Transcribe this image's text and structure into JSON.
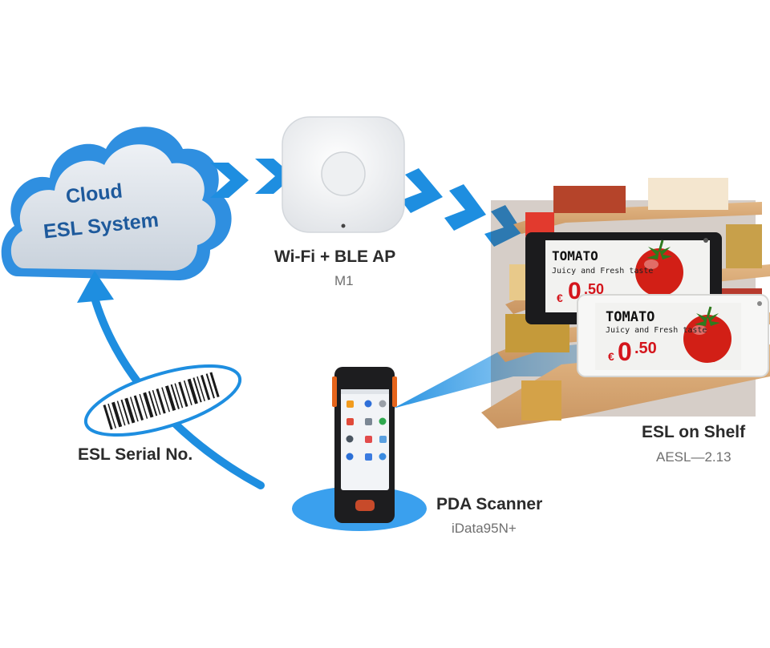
{
  "cloud": {
    "line1": "Cloud",
    "line2": "ESL System"
  },
  "access_point": {
    "name": "Wi-Fi + BLE AP",
    "model": "M1"
  },
  "shelf": {
    "name": "ESL on Shelf",
    "model": "AESL—2.13"
  },
  "scanner": {
    "name": "PDA Scanner",
    "model": "iData95N+"
  },
  "serial": {
    "label": "ESL Serial No."
  },
  "price_tag_large": {
    "product": "TOMATO",
    "description": "Juicy and Fresh taste",
    "currency": "€",
    "price_int": "0",
    "price_dec": ".50"
  },
  "price_tag_small": {
    "product": "TOMATO",
    "description": "Juicy and Fresh taste",
    "currency": "€",
    "price_int": "0",
    "price_dec": ".50"
  },
  "colors": {
    "arrow_blue": "#1e8ee0",
    "cloud_blue": "#2f8fe0",
    "cloud_text": "#1e5a9c",
    "price_red": "#d4151c",
    "disc_blue": "#3aa0ee"
  },
  "icons": [
    "cloud-icon",
    "access-point-icon",
    "chevron-right-icon",
    "barcode-icon",
    "pda-scanner-icon",
    "shelf-icon",
    "tomato-icon"
  ]
}
